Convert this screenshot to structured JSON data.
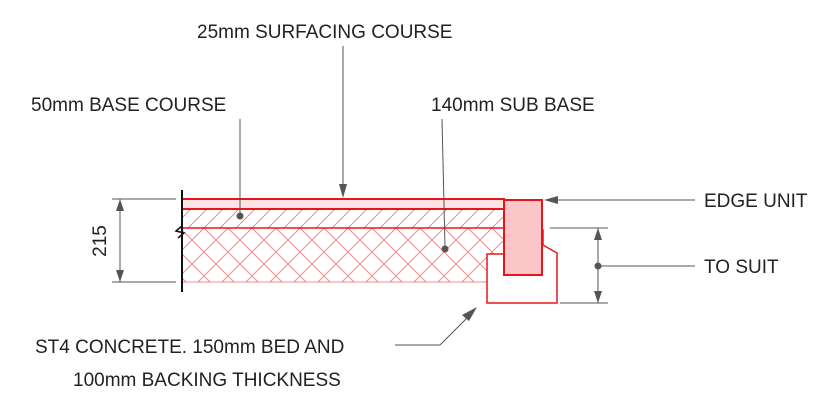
{
  "labels": {
    "surfacing": "25mm SURFACING COURSE",
    "base": "50mm BASE COURSE",
    "subbase": "140mm SUB BASE",
    "edge_unit": "EDGE UNIT",
    "to_suit": "TO SUIT",
    "concrete_line1": "ST4 CONCRETE. 150mm BED AND",
    "concrete_line2": "100mm BACKING THICKNESS"
  },
  "dimension": {
    "total_depth": "215"
  },
  "colors": {
    "section_outline": "#e8141b",
    "section_fill": "#fde3e4",
    "hatch": "#f08a8d",
    "leader": "#555555",
    "text": "#222222"
  }
}
